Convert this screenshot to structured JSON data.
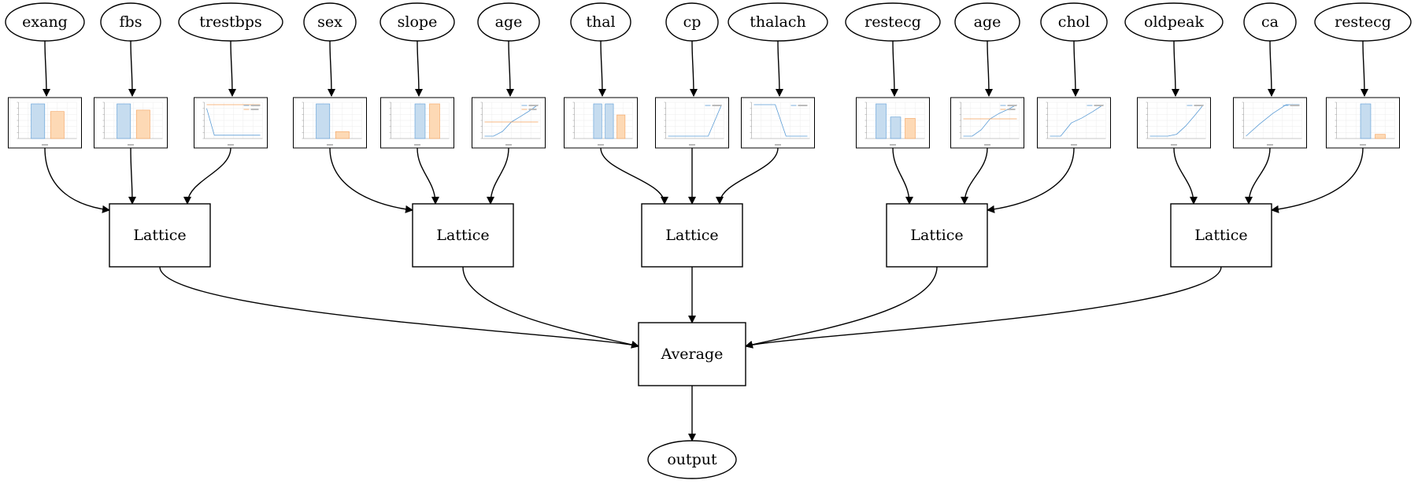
{
  "features": [
    {
      "label": "exang",
      "plot": {
        "type": "bar",
        "values": [
          1.0,
          0.78
        ],
        "legend": false
      }
    },
    {
      "label": "fbs",
      "plot": {
        "type": "bar",
        "values": [
          1.0,
          0.82
        ],
        "legend": false
      }
    },
    {
      "label": "trestbps",
      "plot": {
        "type": "line",
        "a": [
          0.88,
          0.03,
          0.03,
          0.03,
          0.03,
          0.03,
          0.03,
          0.03
        ],
        "b": [
          1.0,
          1.0,
          1.0,
          1.0,
          1.0,
          1.0,
          1.0,
          1.0
        ],
        "legend": true
      }
    },
    {
      "label": "sex",
      "plot": {
        "type": "bar",
        "values": [
          1.0,
          0.2
        ],
        "legend": false
      }
    },
    {
      "label": "slope",
      "plot": {
        "type": "bar",
        "values": [
          0.0,
          1.0,
          1.0
        ],
        "legend": false
      }
    },
    {
      "label": "age",
      "plot": {
        "type": "line",
        "a": [
          0.0,
          0.0,
          0.15,
          0.45,
          0.62,
          0.8,
          1.0
        ],
        "b": [
          0.45,
          0.45,
          0.45,
          0.45,
          0.45,
          0.45,
          0.45
        ],
        "legend": true
      }
    },
    {
      "label": "thal",
      "plot": {
        "type": "bar",
        "values": [
          0.0,
          1.0,
          1.0,
          0.68
        ],
        "legend": false
      }
    },
    {
      "label": "cp",
      "plot": {
        "type": "line",
        "a": [
          0.0,
          0.0,
          0.0,
          0.0,
          1.0
        ],
        "legend": true
      }
    },
    {
      "label": "thalach",
      "plot": {
        "type": "line",
        "a": [
          1.0,
          1.0,
          1.0,
          0.0,
          0.0,
          0.0
        ],
        "legend": true
      }
    },
    {
      "label": "restecg",
      "plot": {
        "type": "bar",
        "values": [
          1.0,
          0.62,
          0.58
        ],
        "legend": false
      }
    },
    {
      "label": "age",
      "plot": {
        "type": "line",
        "a": [
          0.0,
          0.0,
          0.2,
          0.55,
          0.72,
          0.85,
          1.0
        ],
        "b": [
          0.55,
          0.55,
          0.55,
          0.55,
          0.55,
          0.55,
          0.55
        ],
        "legend": true
      }
    },
    {
      "label": "chol",
      "plot": {
        "type": "line",
        "a": [
          0.0,
          0.0,
          0.42,
          0.58,
          0.78,
          1.0
        ],
        "legend": true
      }
    },
    {
      "label": "oldpeak",
      "plot": {
        "type": "line",
        "a": [
          0.0,
          0.0,
          0.0,
          0.06,
          0.32,
          0.65,
          1.0
        ],
        "legend": true
      }
    },
    {
      "label": "ca",
      "plot": {
        "type": "line",
        "a": [
          0.0,
          0.38,
          0.72,
          1.0,
          1.0
        ],
        "legend": true
      }
    },
    {
      "label": "restecg",
      "plot": {
        "type": "bar",
        "values": [
          0.0,
          1.0,
          0.12
        ],
        "legend": false
      }
    }
  ],
  "lattices": [
    {
      "label": "Lattice",
      "inputs": [
        0,
        1,
        2
      ]
    },
    {
      "label": "Lattice",
      "inputs": [
        3,
        4,
        5
      ]
    },
    {
      "label": "Lattice",
      "inputs": [
        6,
        7,
        8
      ]
    },
    {
      "label": "Lattice",
      "inputs": [
        9,
        10,
        11
      ]
    },
    {
      "label": "Lattice",
      "inputs": [
        12,
        13,
        14
      ]
    }
  ],
  "average": {
    "label": "Average"
  },
  "output": {
    "label": "output"
  },
  "colors": {
    "series_a": "#5a9bd5",
    "series_b": "#f4a15d",
    "edge": "#000000"
  }
}
